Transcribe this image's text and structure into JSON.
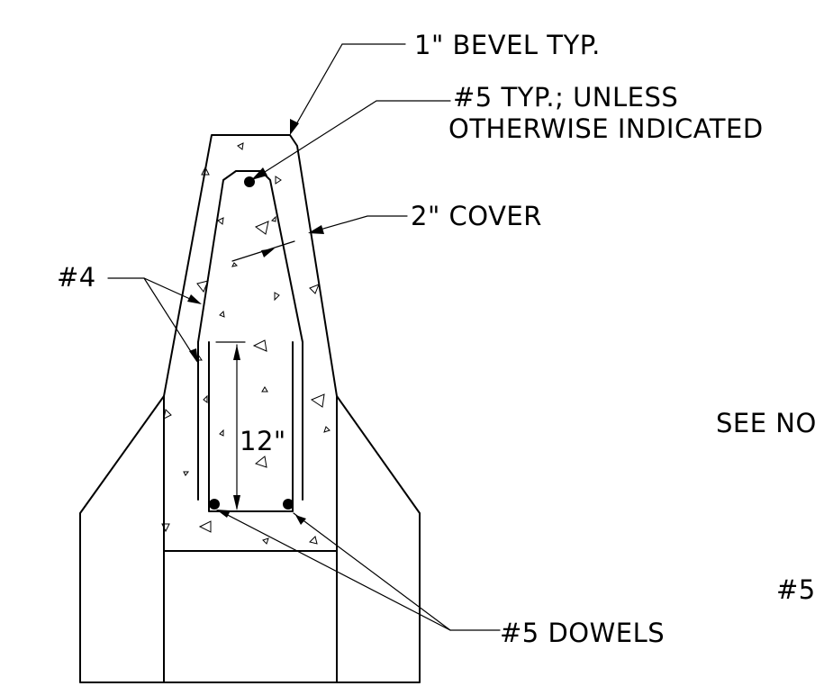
{
  "labels": {
    "bevel": "1\" BEVEL TYP.",
    "bar5_line1": "#5 TYP.; UNLESS",
    "bar5_line2": "OTHERWISE INDICATED",
    "cover": "2\" COVER",
    "bar4": "#4",
    "dimension": "12\"",
    "see_note_partial": "SEE NO",
    "bar5_partial": "#5",
    "dowels": "#5 DOWELS"
  }
}
